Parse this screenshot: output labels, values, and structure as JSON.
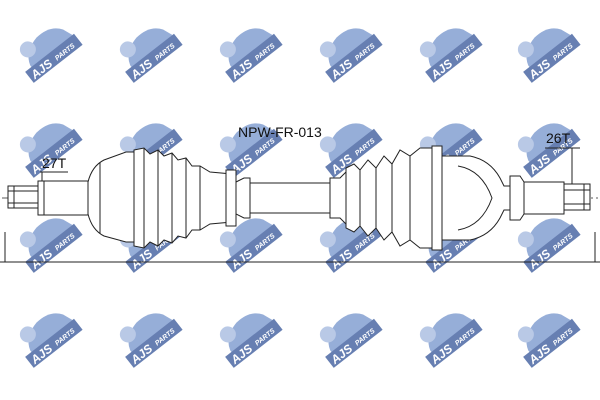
{
  "part_number": "NPW-FR-013",
  "left_spline_label": "27T",
  "right_spline_label": "26T",
  "watermark": {
    "brand_text": "AJS",
    "suffix_text": "PARTS",
    "colors": {
      "body": "#6f8fca",
      "light": "#9fb5dd",
      "dark": "#2e4f95",
      "text": "#ffffff"
    }
  },
  "colors": {
    "line": "#222222",
    "background": "#ffffff"
  }
}
